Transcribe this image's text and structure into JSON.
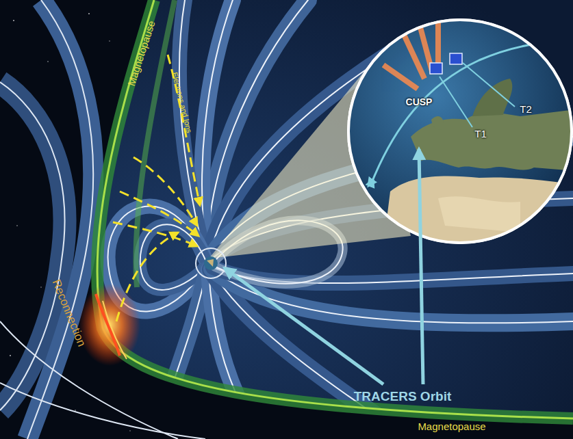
{
  "diagram": {
    "labels": [
      "Magnetopause",
      "Electrons and Ions",
      "CUSP",
      "T2",
      "T1",
      "Reconnection",
      "TRACERS Orbit",
      "Magnetopause"
    ]
  }
}
